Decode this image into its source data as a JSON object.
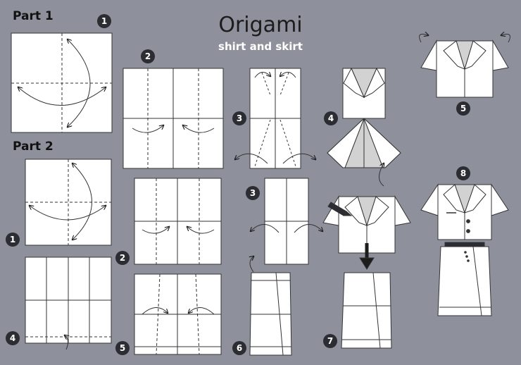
{
  "header": {
    "title": "Origami",
    "subtitle": "shirt and skirt"
  },
  "sections": {
    "part1": "Part 1",
    "part2": "Part 2"
  },
  "steps": {
    "p1_1": "1",
    "p1_2": "2",
    "p1_3": "3",
    "p1_4": "4",
    "p1_5": "5",
    "p1_8": "8",
    "p1_7": "7",
    "p2_1": "1",
    "p2_2": "2",
    "p2_3": "3",
    "p2_4": "4",
    "p2_5": "5",
    "p2_6": "6"
  },
  "colors": {
    "background": "#8e919c",
    "paper": "#ffffff",
    "shade": "#d2d2d2",
    "ink": "#1c1c1c"
  }
}
